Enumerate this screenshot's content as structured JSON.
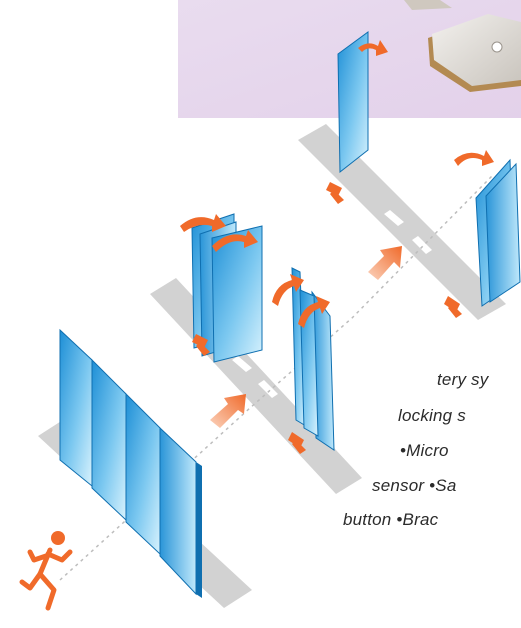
{
  "caption": {
    "lines": [
      "tery sy",
      "locking s",
      "•Micro",
      "sensor •Sa",
      "button •Brac"
    ]
  },
  "colors": {
    "panel_gradient": [
      "#1e8fd6",
      "#cfeefd"
    ],
    "track": "#d2d2d2",
    "arrow": "#f06a2a",
    "photo_bg": "#ead8ef",
    "person": "#f06a2a"
  },
  "icons": {
    "walker": "running-person-icon",
    "rotation": "curved-arrow-icon",
    "direction": "orange-direction-arrow-icon"
  }
}
